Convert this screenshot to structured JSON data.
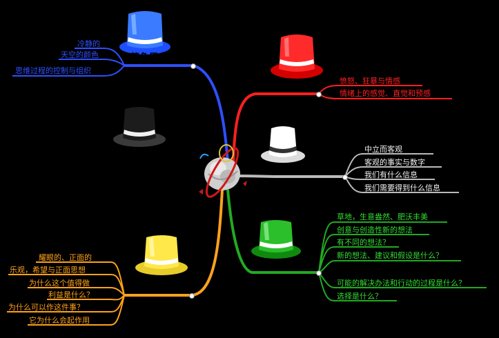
{
  "colors": {
    "background": "#000000",
    "blue": "#2f4fff",
    "red": "#ff2020",
    "white": "#f2f2f2",
    "green": "#33dd33",
    "yellow": "#ffa21c",
    "black_hat": "#222222"
  },
  "center": {
    "icon": "brain-swirl-icon"
  },
  "branches": {
    "blue": {
      "title": "蓝色思考帽",
      "items": [
        "冷静的",
        "天空的颜色",
        "思维过程的控制与组织"
      ]
    },
    "red": {
      "title": "红色思考帽",
      "items": [
        "愤怒、狂暴与情感",
        "情绪上的感觉、直觉和预感"
      ]
    },
    "white": {
      "title": "白色思考帽",
      "items": [
        "中立而客观",
        "客观的事实与数字",
        "我们有什么信息",
        "我们需要得到什么信息"
      ]
    },
    "green": {
      "title": "绿色思考帽",
      "items": [
        "草地，生意盎然、肥沃丰美",
        "创意与创造性新的想法",
        "有不同的想法？",
        "新的想法、建议和假设是什么？",
        "可能的解决办法和行动的过程是什么？",
        "选择是什么？"
      ]
    },
    "yellow": {
      "title": "黄色思考帽",
      "items": [
        "耀眼的、正面的",
        "乐观，希望与正面思想",
        "为什么这个值得做",
        "利益是什么？",
        "为什么可以作这件事？",
        "它为什么会起作用"
      ]
    }
  }
}
